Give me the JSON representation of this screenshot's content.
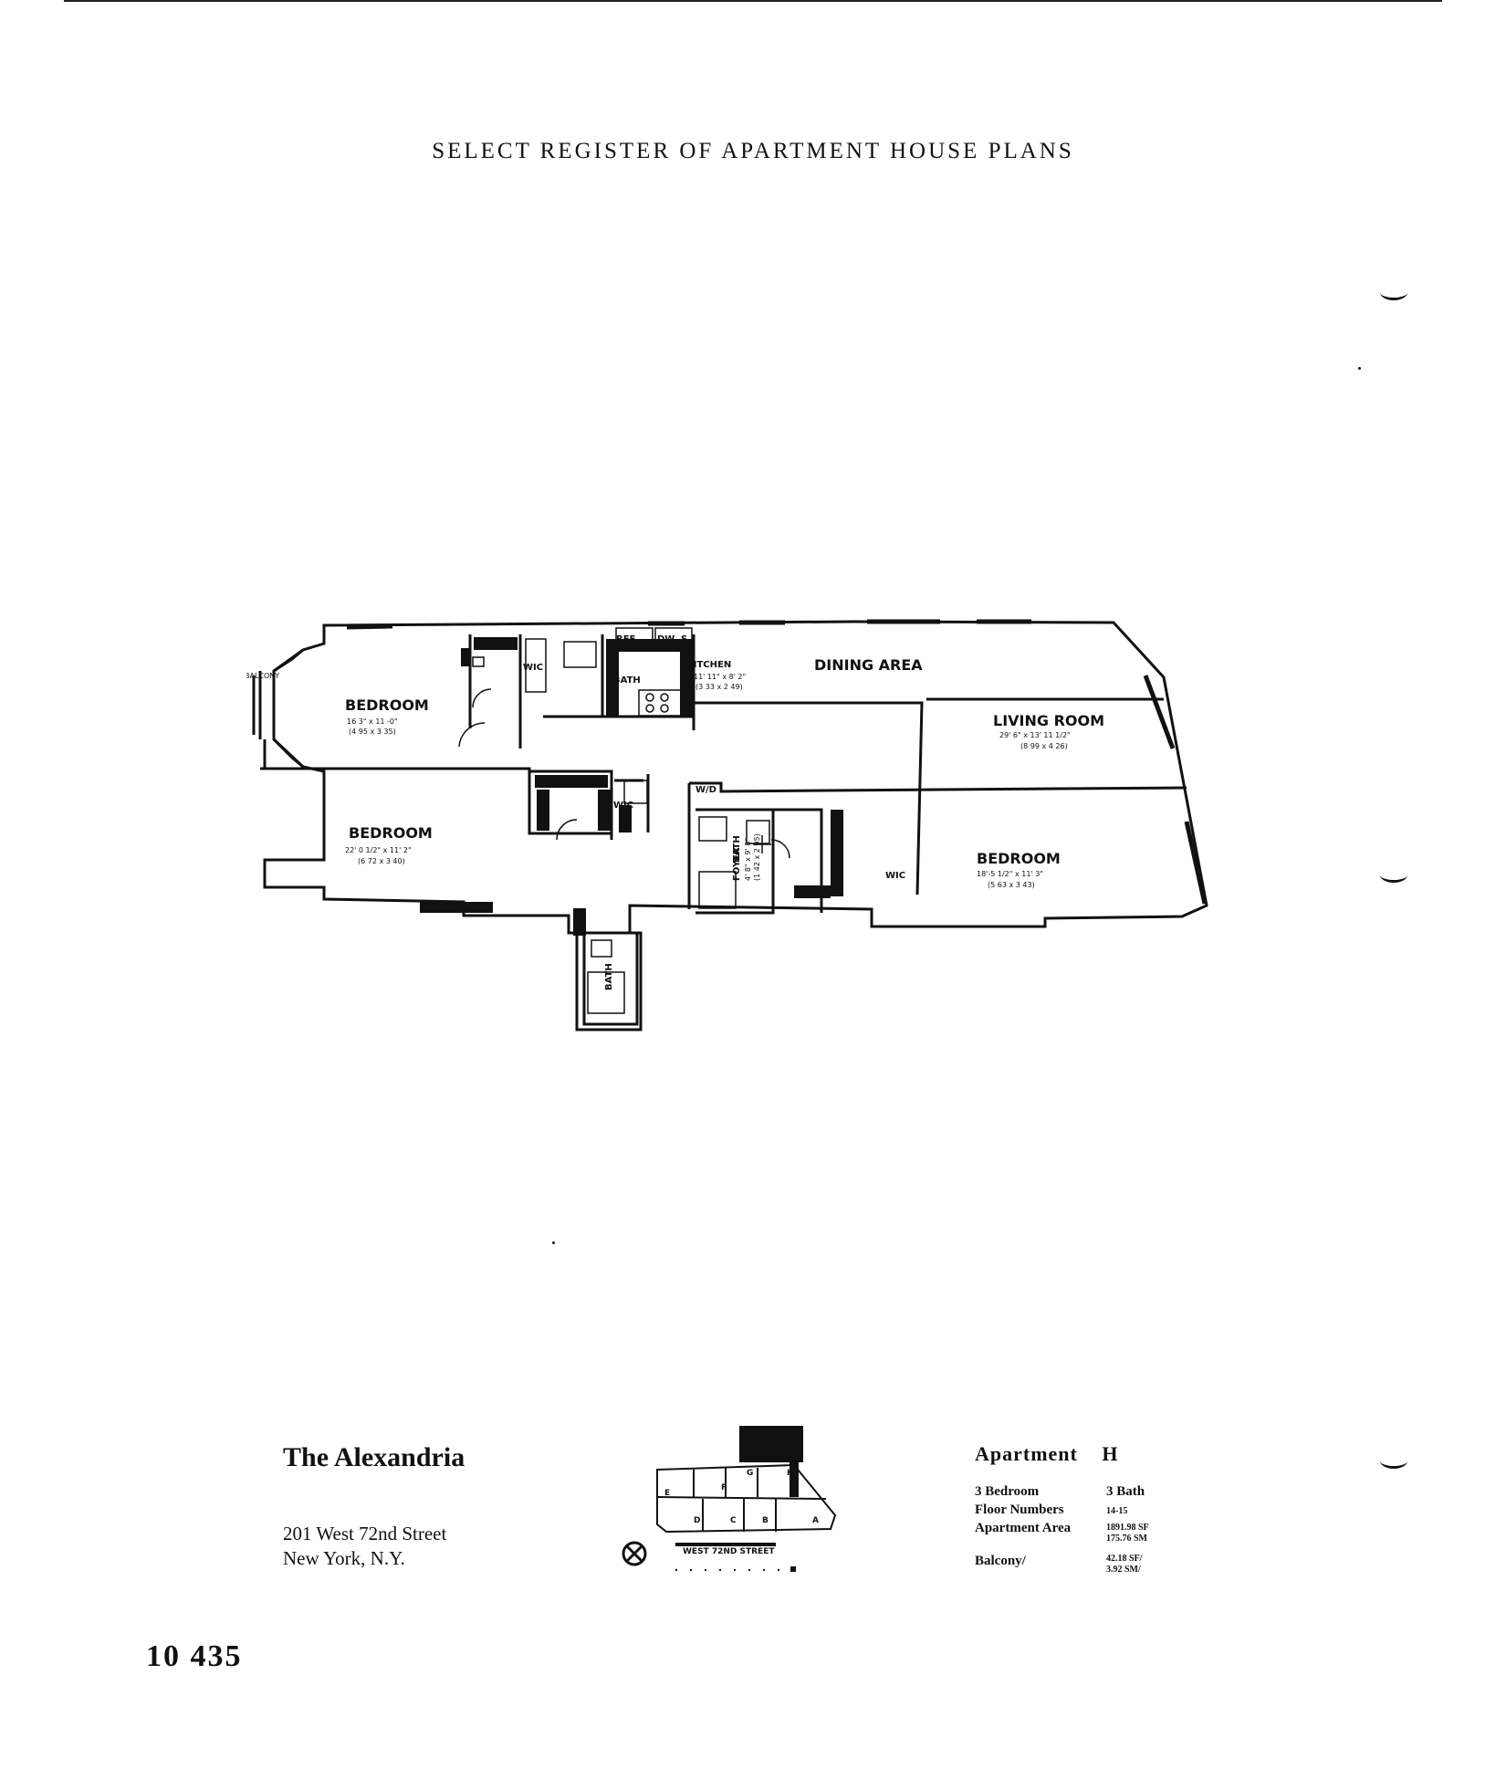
{
  "header": {
    "title": "SELECT REGISTER OF APARTMENT HOUSE PLANS"
  },
  "floorplan": {
    "rooms": [
      {
        "label": "BEDROOM",
        "dims": "16 3\" x 11 -0\"",
        "metric": "(4 95 x 3 35)"
      },
      {
        "label": "BEDROOM",
        "dims": "22' 0 1/2\" x 11' 2\"",
        "metric": "(6 72 x 3 40)"
      },
      {
        "label": "BEDROOM",
        "dims": "18'-5 1/2\" x 11' 3\"",
        "metric": "(5 63 x 3 43)"
      },
      {
        "label": "LIVING ROOM",
        "dims": "29' 6\" x 13' 11 1/2\"",
        "metric": "(8 99 x 4 26)"
      },
      {
        "label": "DINING AREA"
      },
      {
        "label": "KITCHEN",
        "dims": "11' 11\" x 8' 2\"",
        "metric": "(3 33 x 2 49)"
      },
      {
        "label": "FOYER",
        "dims": "4' 8\" x 9' 8\"",
        "metric": "(1 42 x 2 95)"
      }
    ],
    "labels": {
      "bath": "BATH",
      "wic": "WIC",
      "ref": "REF",
      "dw": "DW",
      "s": "S",
      "wd": "W/D",
      "balcony": "BALCONY"
    }
  },
  "building": {
    "name": "The Alexandria",
    "address_line1": "201 West 72nd Street",
    "address_line2": "New York, N.Y."
  },
  "keyplan": {
    "street": "WEST 72ND STREET",
    "units": [
      "A",
      "B",
      "C",
      "D",
      "E",
      "F",
      "G",
      "H"
    ]
  },
  "apartment": {
    "label": "Apartment",
    "letter": "H",
    "bedrooms": "3 Bedroom",
    "baths": "3 Bath",
    "floor_label": "Floor Numbers",
    "floors": "14-15",
    "area_label": "Apartment Area",
    "area_sf": "1891.98 SF",
    "area_sm": "175.76 SM",
    "balcony_label": "Balcony/",
    "balcony_sf": "42.18 SF/",
    "balcony_sm": "3.92 SM/"
  },
  "page_number": "10 435"
}
